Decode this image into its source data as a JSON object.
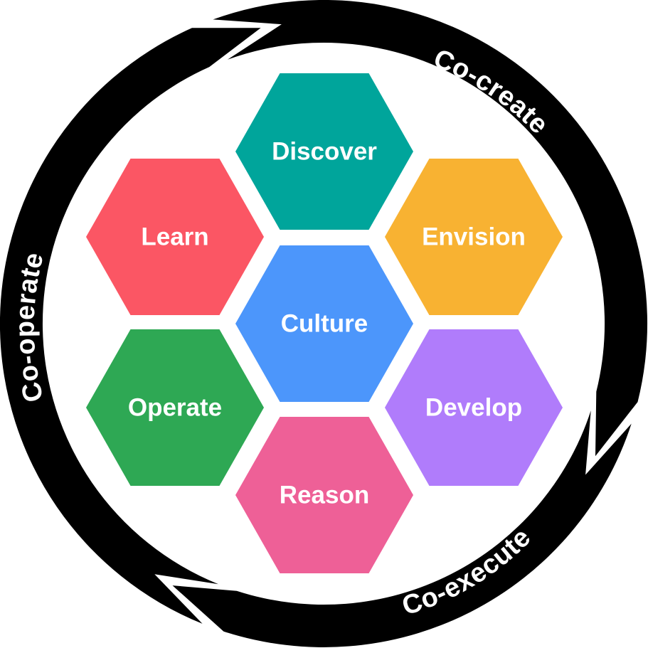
{
  "ring": {
    "color": "#000000",
    "segments": [
      {
        "id": "co-create",
        "label": "Co-create"
      },
      {
        "id": "co-execute",
        "label": "Co-execute"
      },
      {
        "id": "co-operate",
        "label": "Co-operate"
      }
    ]
  },
  "hexagons": [
    {
      "id": "discover",
      "label": "Discover",
      "color": "#00A59B"
    },
    {
      "id": "envision",
      "label": "Envision",
      "color": "#F8B232"
    },
    {
      "id": "develop",
      "label": "Develop",
      "color": "#B07CFB"
    },
    {
      "id": "reason",
      "label": "Reason",
      "color": "#EE6097"
    },
    {
      "id": "operate",
      "label": "Operate",
      "color": "#2EA854"
    },
    {
      "id": "learn",
      "label": "Learn",
      "color": "#FB5664"
    },
    {
      "id": "culture",
      "label": "Culture",
      "color": "#4C96FB"
    }
  ]
}
